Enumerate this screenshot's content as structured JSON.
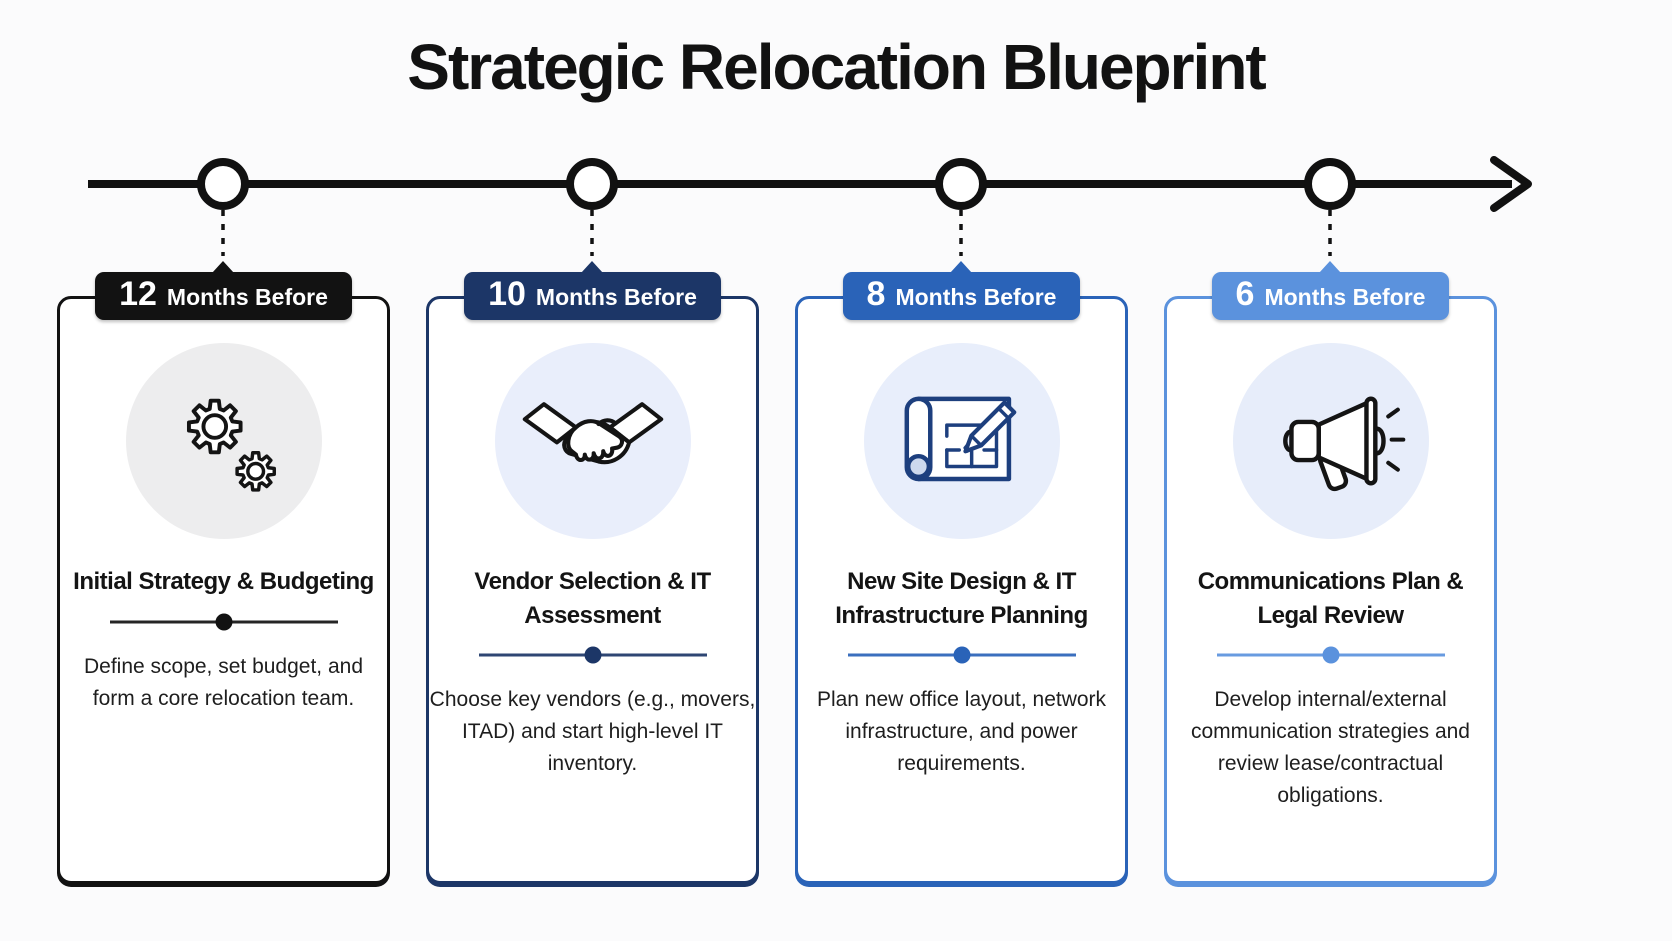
{
  "title": "Strategic Relocation Blueprint",
  "timeline": {
    "line_color": "#111111",
    "node_fill": "#ffffff",
    "arrow_icon": "arrow-right-icon"
  },
  "stages": [
    {
      "badge_number": "12",
      "badge_label": "Months Before",
      "title": "Initial Strategy & Budgeting",
      "description": "Define scope, set budget, and form a core relocation team.",
      "icon": "gears-icon",
      "accent": "#121212",
      "icon_bg": "#ededee"
    },
    {
      "badge_number": "10",
      "badge_label": "Months Before",
      "title": "Vendor Selection & IT Assessment",
      "description": "Choose key vendors (e.g., movers, ITAD) and start high-level IT inventory.",
      "icon": "handshake-icon",
      "accent": "#1c3667",
      "icon_bg": "#e9eefb"
    },
    {
      "badge_number": "8",
      "badge_label": "Months Before",
      "title": "New Site Design & IT Infrastructure Planning",
      "description": "Plan new office layout, network infrastructure, and power requirements.",
      "icon": "blueprint-icon",
      "accent": "#2a63b8",
      "icon_bg": "#e8eefb"
    },
    {
      "badge_number": "6",
      "badge_label": "Months Before",
      "title": "Communications Plan & Legal Review",
      "description": "Develop internal/external communication strategies and review lease/contractual obligations.",
      "icon": "megaphone-icon",
      "accent": "#5b92dd",
      "icon_bg": "#e7edfa"
    }
  ]
}
